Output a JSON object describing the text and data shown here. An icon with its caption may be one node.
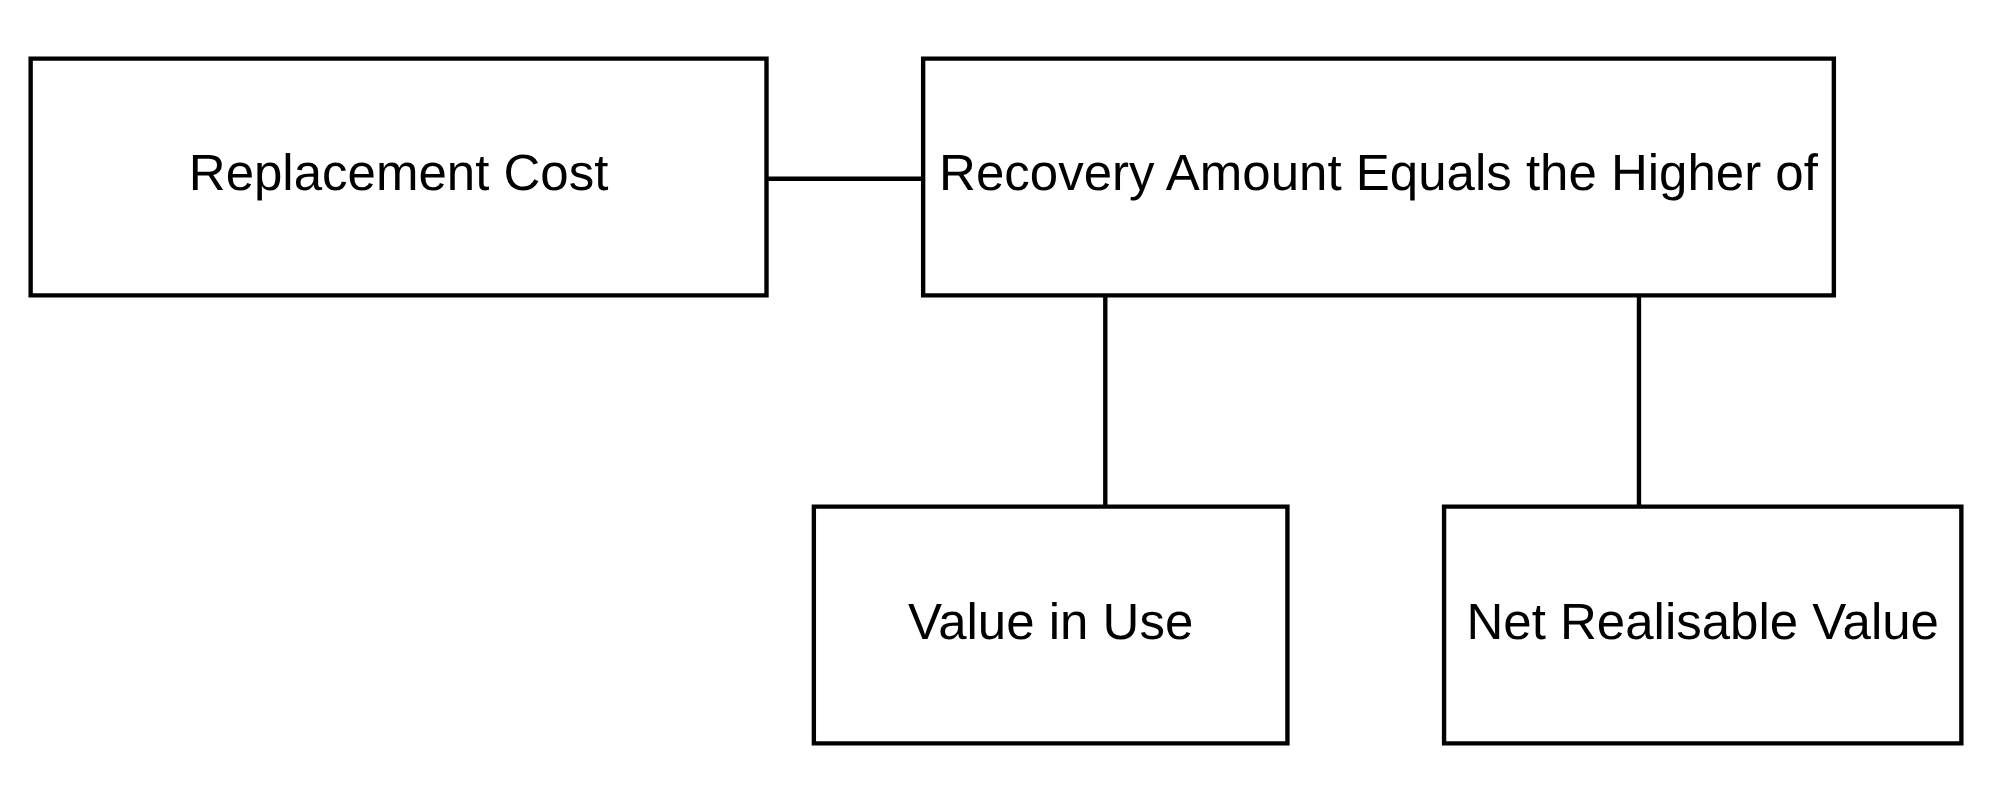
{
  "diagram": {
    "nodes": [
      {
        "text": [
          "Replacement Cost"
        ]
      },
      {
        "text": [
          "Recovery Amount Equals the Higher of"
        ]
      },
      {
        "text": [
          "Value in Use"
        ]
      },
      {
        "text": [
          "Net Realisable Value"
        ]
      }
    ],
    "edges": [
      {
        "from": 0,
        "to": 1,
        "arrow": "none"
      },
      {
        "from": 1,
        "to": 2,
        "arrow": "none"
      },
      {
        "from": 1,
        "to": 3,
        "arrow": "none"
      }
    ]
  }
}
